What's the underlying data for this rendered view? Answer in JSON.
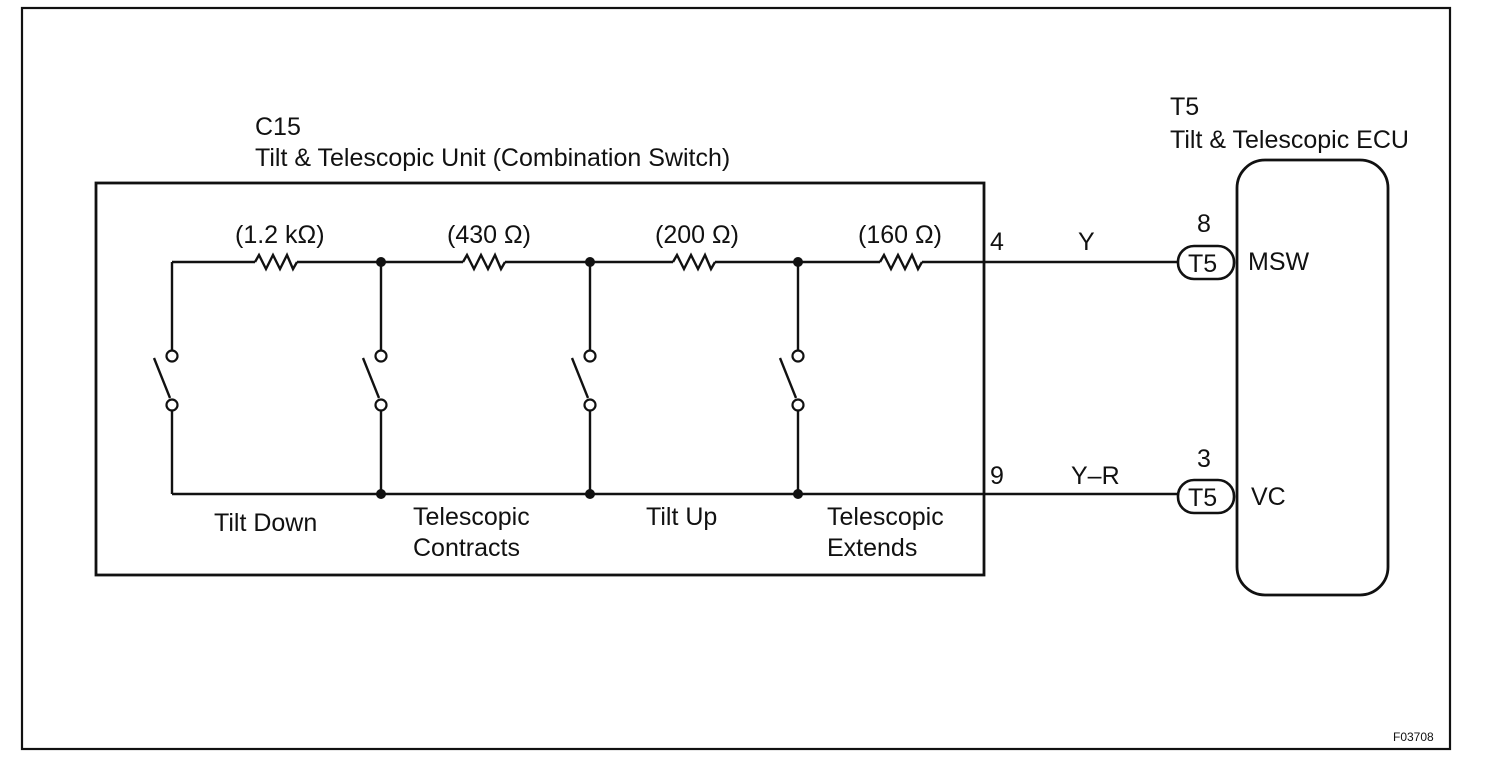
{
  "unit": {
    "code": "C15",
    "name": "Tilt & Telescopic Unit (Combination Switch)"
  },
  "ecu": {
    "code": "T5",
    "name": "Tilt & Telescopic ECU",
    "pins": [
      {
        "number": "8",
        "connector": "T5",
        "terminal": "MSW"
      },
      {
        "number": "3",
        "connector": "T5",
        "terminal": "VC"
      }
    ]
  },
  "resistors": [
    "(1.2 kΩ)",
    "(430 Ω)",
    "(200 Ω)",
    "(160 Ω)"
  ],
  "switches": [
    {
      "line1": "Tilt Down",
      "line2": ""
    },
    {
      "line1": "Telescopic",
      "line2": "Contracts"
    },
    {
      "line1": "Tilt Up",
      "line2": ""
    },
    {
      "line1": "Telescopic",
      "line2": "Extends"
    }
  ],
  "wires": [
    {
      "unit_pin": "4",
      "color": "Y"
    },
    {
      "unit_pin": "9",
      "color": "Y–R"
    }
  ],
  "figure_id": "F03708"
}
